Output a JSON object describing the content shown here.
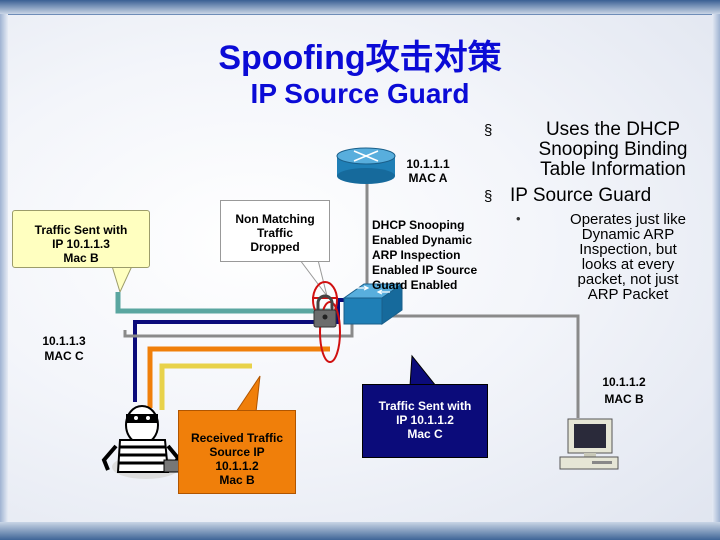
{
  "slide": {
    "title": "Spoofing攻击对策",
    "subtitle": "IP Source Guard"
  },
  "bullets": [
    {
      "text": "Uses the DHCP\nSnooping Binding\nTable Information",
      "level": 1
    },
    {
      "text": "IP Source Guard",
      "level": 1
    },
    {
      "text": "Operates just like\nDynamic ARP\nInspection, but\nlooks at every\npacket, not just\nARP Packet",
      "level": 2
    }
  ],
  "bullet_marks": {
    "level1": "§",
    "level2": "•"
  },
  "router": {
    "label": "10.1.1.1\nMAC A"
  },
  "switch": {
    "label": "DHCP Snooping\nEnabled Dynamic\nARP Inspection\nEnabled IP Source\nGuard Enabled"
  },
  "attacker": {
    "label": "10.1.1.3\nMAC C"
  },
  "host": {
    "label": "10.1.1.2\nMAC B"
  },
  "callouts": {
    "sent_b": "Traffic Sent with\nIP 10.1.1.3\nMac B",
    "dropped": "Non Matching\nTraffic\nDropped",
    "received": "Received Traffic\nSource IP\n10.1.1.2\nMac B",
    "sent_c": "Traffic Sent with\nIP  10.1.1.2\nMac C"
  },
  "colors": {
    "title": "#0b0bd6",
    "path_teal": "#5aa6a0",
    "path_navy": "#0b0b7a",
    "path_orange": "#f07f0a",
    "path_yellow": "#e8d24a",
    "link_gray": "#8a8a8a",
    "device_blue": "#1f7fb6"
  }
}
